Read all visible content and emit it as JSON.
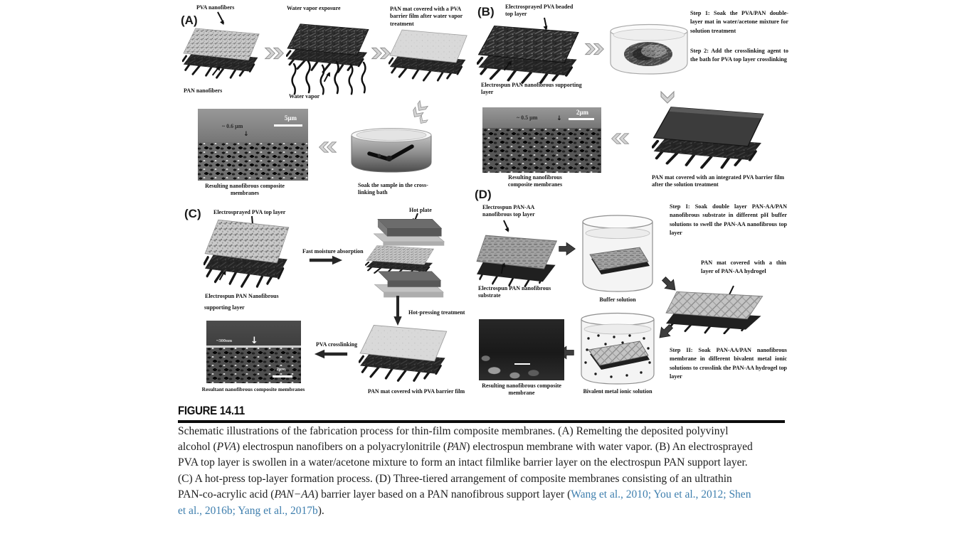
{
  "panelA": {
    "tag": "(A)",
    "label_pva": "PVA nanofibers",
    "label_pan": "PAN nanofibers",
    "step_title": "Water vapor exposure",
    "label_water_vapor": "Water vapor",
    "result_title": "PAN mat covered with a PVA barrier film after water vapor treatment",
    "sem_thickness": "~ 0.6 μm",
    "sem_scale": "5μm",
    "sem_caption": "Resulting nanofibrous composite membranes",
    "bath_caption": "Soak the sample in the cross-linking bath"
  },
  "panelB": {
    "tag": "(B)",
    "label_top": "Electrosprayed PVA beaded top layer",
    "label_bottom": "Electrospun PAN nanofibrous supporting layer",
    "step1": "Step 1:  Soak the PVA/PAN double-layer mat in water/acetone mixture for solution treatment",
    "step2": "Step 2:  Add the crosslinking agent to the bath for PVA top layer crosslinking",
    "sem_thickness": "~ 0.5 μm",
    "sem_scale": "2μm",
    "sem_caption": "Resulting nanofibrous composite membranes",
    "result_caption": "PAN mat covered with an integrated PVA barrier film after the solution treatment"
  },
  "panelC": {
    "tag": "(C)",
    "label_top": "Electrosprayed PVA top layer",
    "label_bottom1": "Electrospun PAN Nanofibrous",
    "label_bottom2": "supporting layer",
    "arrow1_label": "Fast moisture absorption",
    "hotplate_label": "Hot plate",
    "arrow2_label": "Hot-pressing treatment",
    "mat3_caption": "PAN mat covered with PVA barrier film",
    "arrow3_label": "PVA crosslinking",
    "sem_thickness": "~300nm",
    "sem_scale": "2μm",
    "sem_caption": "Resultant nanofibrous composite membranes"
  },
  "panelD": {
    "tag": "(D)",
    "label_top": "Electrospun PAN-AA nanofibrous top layer",
    "label_bottom": "Electrospun PAN nanofibrous substrate",
    "beaker1_caption": "Buffer solution",
    "step1": "Step I:  Soak double layer PAN-AA/PAN nanofibrous substrate in different pH buffer solutions to swell the PAN-AA nanofibrous top layer",
    "hydrogel_label": "PAN mat covered with a thin layer of PAN-AA hydrogel",
    "step2": "Step II:  Soak PAN-AA/PAN nanofibrous membrane in different bivalent metal ionic solutions to crosslink the PAN-AA hydrogel top layer",
    "beaker2_caption": "Bivalent metal ionic solution",
    "sem_caption": "Resulting nanofibrous composite membrane"
  },
  "figure_label": "FIGURE 14.11",
  "caption": {
    "p1": "Schematic illustrations of the fabrication process for thin-film composite membranes. (A) Remelting the deposited polyvinyl alcohol (",
    "i1": "PVA",
    "p2": ") electrospun nanofibers on a polyacrylonitrile (",
    "i2": "PAN",
    "p3": ") electrospun membrane with water vapor. (B) An electrosprayed PVA top layer is swollen in a water/acetone mixture to form an intact filmlike barrier layer on the electrospun PAN support layer. (C) A hot-press top-layer formation process. (D) Three-tiered arrangement of composite membranes consisting of an ultrathin PAN-co-acrylic acid (",
    "i3": "PAN−AA",
    "p4": ") barrier layer based on a PAN nanofibrous support layer (",
    "cite": "Wang et al., 2010; You et al., 2012; Shen et al., 2016b; Yang et al., 2017b",
    "p5": ")."
  }
}
